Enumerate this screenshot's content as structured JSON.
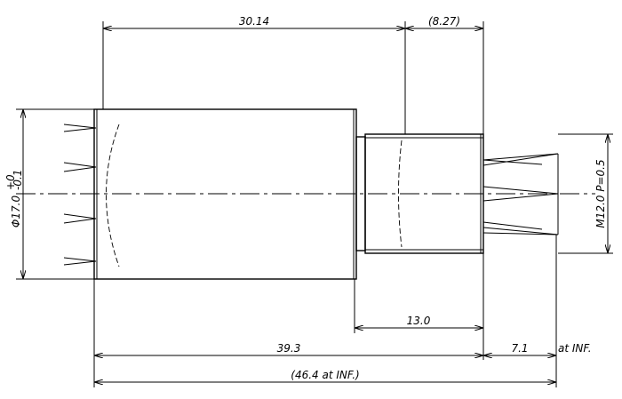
{
  "dimensions": {
    "top_main": "30.14",
    "top_ref": "(8.27)",
    "thread_length": "13.0",
    "body_length": "39.3",
    "backfocus": "7.1",
    "at_inf": "at INF.",
    "total_length": "(46.4 at INF.)",
    "diameter_main": "Φ17.0",
    "diameter_tol_upper": "+0",
    "diameter_tol_lower": "-0.1",
    "thread_spec": "M12.0  P=0.5"
  }
}
